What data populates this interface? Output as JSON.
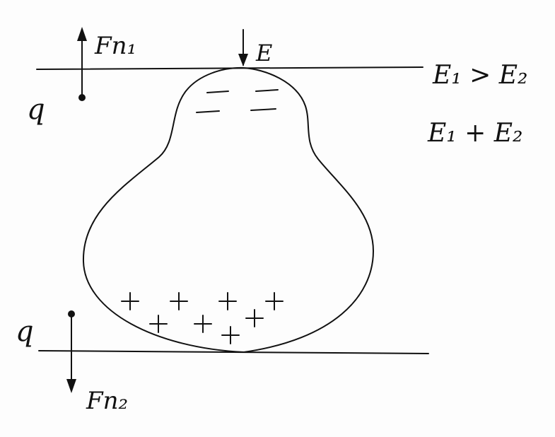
{
  "diagram": {
    "labels": {
      "fn1": "Fn₁",
      "fn2": "Fn₂",
      "q_top": "q",
      "q_bottom": "q",
      "e_field": "E",
      "relation_gt": "E₁ > E₂",
      "relation_sum": "E₁ + E₂"
    },
    "charges": {
      "negative_symbol": "—",
      "positive_symbol": "+"
    }
  }
}
